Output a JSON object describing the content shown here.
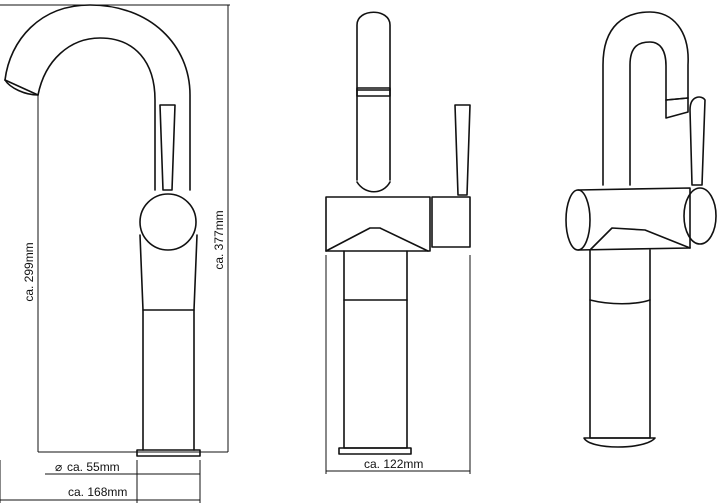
{
  "dimensions": {
    "height_total": "ca. 377mm",
    "height_outlet": "ca. 299mm",
    "base_diameter": "ca. 55mm",
    "base_diameter_symbol": "⌀",
    "depth": "ca. 122mm",
    "reach": "ca. 168mm"
  }
}
